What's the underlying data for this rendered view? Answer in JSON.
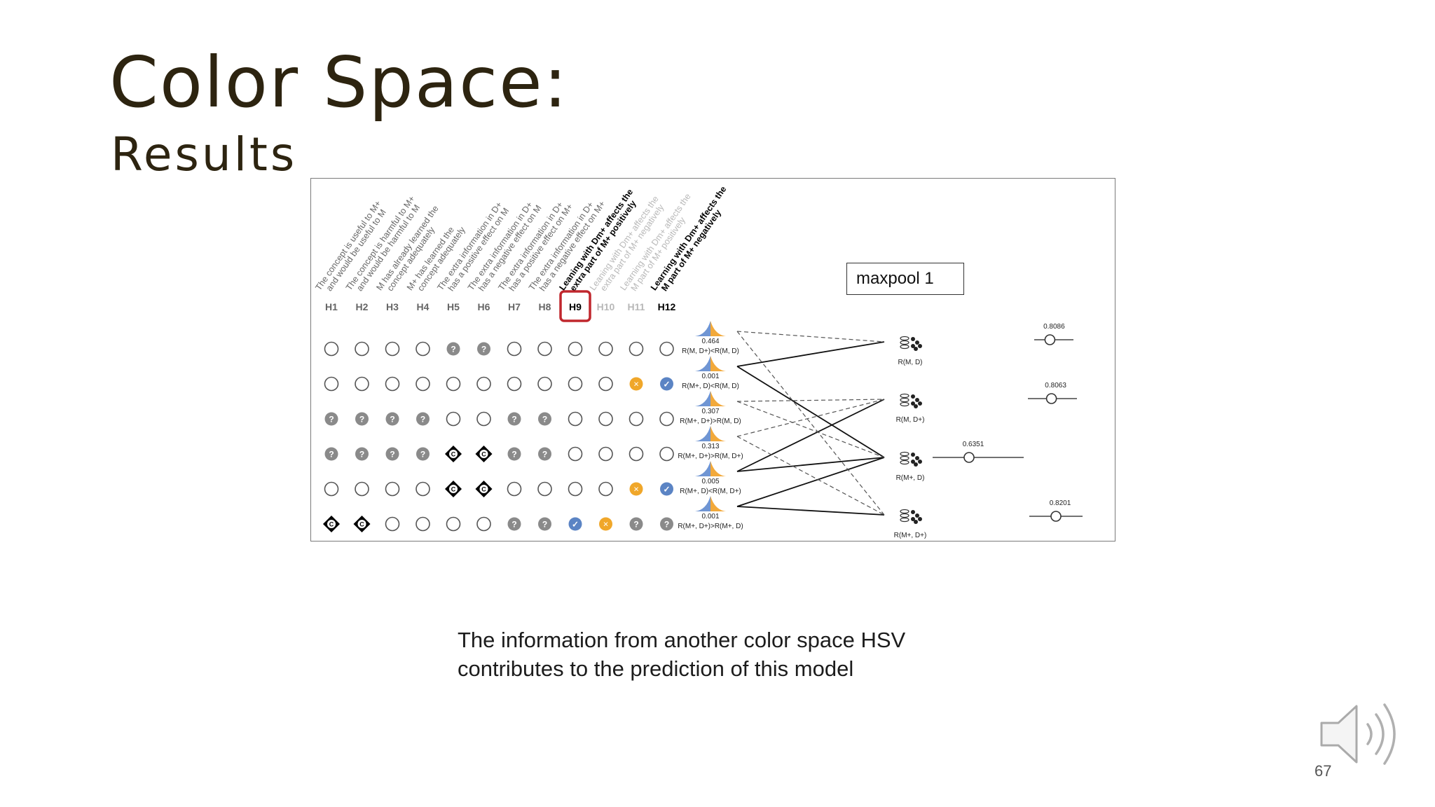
{
  "slide": {
    "title": "Color Space:",
    "subtitle": "Results",
    "caption_line1": "The information from another color space HSV",
    "caption_line2": "contributes to the prediction of this model",
    "page_number": "67"
  },
  "figure": {
    "maxpool_label": "maxpool 1",
    "hypotheses": [
      {
        "id": "H1",
        "text1": "The concept is useful to M+",
        "text2": "and would be useful to M",
        "style": "normal"
      },
      {
        "id": "H2",
        "text1": "The concept is harmful to M+",
        "text2": "and would be harmful to M",
        "style": "normal"
      },
      {
        "id": "H3",
        "text1": "M has already learned the",
        "text2": "concept adequately",
        "style": "normal"
      },
      {
        "id": "H4",
        "text1": "M+ has learned the",
        "text2": "concept adequately",
        "style": "normal"
      },
      {
        "id": "H5",
        "text1": "The extra information in D+",
        "text2": "has a positive effect on M",
        "style": "normal"
      },
      {
        "id": "H6",
        "text1": "The extra information in D+",
        "text2": "has a negative effect on M",
        "style": "normal"
      },
      {
        "id": "H7",
        "text1": "The extra information in D+",
        "text2": "has a positive effect on M+",
        "style": "normal"
      },
      {
        "id": "H8",
        "text1": "The extra information in D+",
        "text2": "has a negative effect on M+",
        "style": "normal"
      },
      {
        "id": "H9",
        "text1": "Leaning with Dm+ affects the",
        "text2": "extra part of M+ positively",
        "style": "highlight"
      },
      {
        "id": "H10",
        "text1": "Leaning with Dm+ affects the",
        "text2": "extra part of M+ negatively",
        "style": "faded"
      },
      {
        "id": "H11",
        "text1": "Learning with Dm+ affects the",
        "text2": "M part of M+ positively",
        "style": "faded"
      },
      {
        "id": "H12",
        "text1": "Learning with Dm+ affects the",
        "text2": "M part of M+ negatively",
        "style": "bold"
      }
    ],
    "matrix": [
      [
        "o",
        "o",
        "o",
        "o",
        "q",
        "q",
        "o",
        "o",
        "o",
        "o",
        "o",
        "o"
      ],
      [
        "o",
        "o",
        "o",
        "o",
        "o",
        "o",
        "o",
        "o",
        "o",
        "o",
        "x",
        "v"
      ],
      [
        "q",
        "q",
        "q",
        "q",
        "o",
        "o",
        "q",
        "q",
        "o",
        "o",
        "o",
        "o"
      ],
      [
        "q",
        "q",
        "q",
        "q",
        "c",
        "c",
        "q",
        "q",
        "o",
        "o",
        "o",
        "o"
      ],
      [
        "o",
        "o",
        "o",
        "o",
        "c",
        "c",
        "o",
        "o",
        "o",
        "o",
        "x",
        "v"
      ],
      [
        "c",
        "c",
        "o",
        "o",
        "o",
        "o",
        "q",
        "q",
        "v",
        "x",
        "q",
        "q"
      ]
    ],
    "tests": [
      {
        "value": "0.464",
        "label": "R(M, D+)<R(M, D)"
      },
      {
        "value": "0.001",
        "label": "R(M+, D)<R(M, D)"
      },
      {
        "value": "0.307",
        "label": "R(M+, D+)>R(M, D)"
      },
      {
        "value": "0.313",
        "label": "R(M+, D+)>R(M, D+)"
      },
      {
        "value": "0.005",
        "label": "R(M+, D)<R(M, D+)"
      },
      {
        "value": "0.001",
        "label": "R(M+, D+)>R(M+, D)"
      }
    ],
    "models": [
      {
        "label": "R(M, D)"
      },
      {
        "label": "R(M, D+)"
      },
      {
        "label": "R(M+, D)"
      },
      {
        "label": "R(M+, D+)"
      }
    ],
    "sliders": [
      {
        "value": "0.8086",
        "level": 0.4
      },
      {
        "value": "0.8063",
        "level": 0.48
      },
      {
        "value": "0.6351",
        "level": 0.4
      },
      {
        "value": "0.8201",
        "level": 0.5
      }
    ],
    "icon_glyphs": {
      "q": "?",
      "c": "C",
      "x": "×",
      "v": "✓"
    },
    "colors": {
      "question_fill": "#8a8a8a",
      "concept_fill": "#000000",
      "cross_fill": "#f0a72a",
      "check_fill": "#5b84c4",
      "dist_blue": "#6f95d3",
      "dist_orange": "#f2a93b",
      "highlight_box": "#c0272d",
      "faded_text": "#b8b8b8"
    }
  }
}
